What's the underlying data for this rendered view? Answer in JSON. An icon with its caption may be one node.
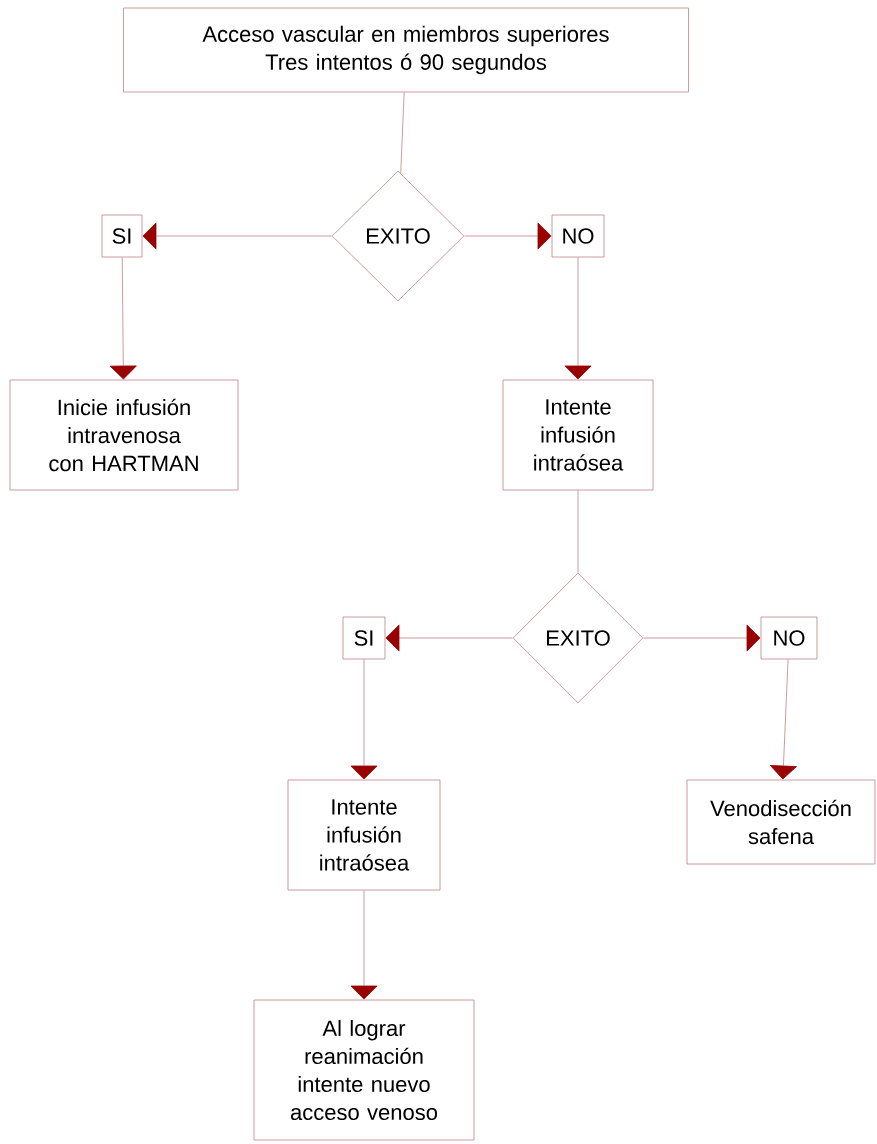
{
  "diagram": {
    "nodes": [
      {
        "text": [
          "Acceso vascular en miembros superiores",
          "Tres intentos ó 90 segundos"
        ]
      },
      {
        "text": [
          "EXITO"
        ]
      },
      {
        "text": [
          "SI"
        ]
      },
      {
        "text": [
          "NO"
        ]
      },
      {
        "text": [
          "Inicie infusión intravenosa con HARTMAN"
        ]
      },
      {
        "text": [
          "Intente infusión intraósea"
        ]
      },
      {
        "text": [
          "EXITO"
        ]
      },
      {
        "text": [
          "SI"
        ]
      },
      {
        "text": [
          "NO"
        ]
      },
      {
        "text": [
          "Intente infusión intraósea"
        ]
      },
      {
        "text": [
          "Venodisección safena"
        ]
      },
      {
        "text": [
          "Al lograr reanimación intente nuevo acceso venoso"
        ]
      }
    ],
    "edges": [
      {
        "from": 0,
        "to": 1,
        "arrow": "none"
      },
      {
        "from": 1,
        "to": 2,
        "arrow": "to"
      },
      {
        "from": 1,
        "to": 3,
        "arrow": "to"
      },
      {
        "from": 2,
        "to": 4,
        "arrow": "to"
      },
      {
        "from": 3,
        "to": 5,
        "arrow": "to"
      },
      {
        "from": 5,
        "to": 6,
        "arrow": "none"
      },
      {
        "from": 6,
        "to": 7,
        "arrow": "to"
      },
      {
        "from": 6,
        "to": 8,
        "arrow": "to"
      },
      {
        "from": 7,
        "to": 9,
        "arrow": "to"
      },
      {
        "from": 8,
        "to": 10,
        "arrow": "to"
      },
      {
        "from": 9,
        "to": 11,
        "arrow": "to"
      }
    ]
  }
}
